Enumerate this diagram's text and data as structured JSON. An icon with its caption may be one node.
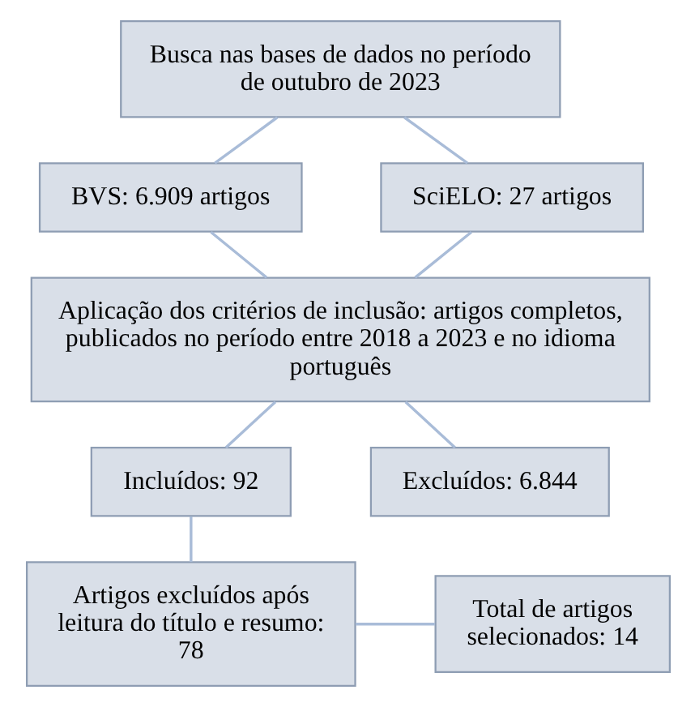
{
  "diagram": {
    "nodes": [
      {
        "text": [
          "Busca nas bases de dados no período de outubro de 2023"
        ]
      },
      {
        "text": [
          "BVS: 6.909 artigos"
        ]
      },
      {
        "text": [
          "SciELO: 27 artigos"
        ]
      },
      {
        "text": [
          "Aplicação dos critérios de inclusão: artigos completos, publicados no período entre 2018 a 2023 e no idioma português"
        ]
      },
      {
        "text": [
          "Incluídos: 92"
        ]
      },
      {
        "text": [
          "Excluídos: 6.844"
        ]
      },
      {
        "text": [
          "Artigos excluídos após leitura do título e resumo: 78"
        ]
      },
      {
        "text": [
          "Total de artigos selecionados: 14"
        ]
      }
    ],
    "edges": [
      {
        "from": 0,
        "to": 1,
        "arrow": "none"
      },
      {
        "from": 0,
        "to": 2,
        "arrow": "none"
      },
      {
        "from": 1,
        "to": 3,
        "arrow": "none"
      },
      {
        "from": 2,
        "to": 3,
        "arrow": "none"
      },
      {
        "from": 3,
        "to": 4,
        "arrow": "none"
      },
      {
        "from": 3,
        "to": 5,
        "arrow": "none"
      },
      {
        "from": 4,
        "to": 6,
        "arrow": "none"
      },
      {
        "from": 6,
        "to": 7,
        "arrow": "none"
      }
    ]
  }
}
